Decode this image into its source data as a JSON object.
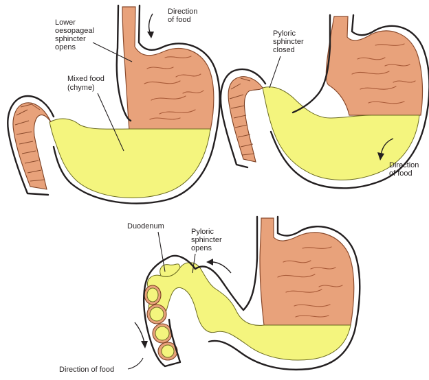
{
  "panel_top_left": {
    "labels": {
      "lower_sphincter": [
        "Lower",
        "oesopageal",
        "sphincter",
        "opens"
      ],
      "direction": [
        "Direction",
        "of food"
      ],
      "mixed_food": [
        "Mixed food",
        "(chyme)"
      ]
    }
  },
  "panel_top_right": {
    "labels": {
      "pyloric_closed": [
        "Pyloric",
        "sphincter",
        "closed"
      ],
      "direction": [
        "Direction",
        "of food"
      ]
    }
  },
  "panel_bottom": {
    "labels": {
      "duodenum": "Duodenum",
      "pyloric_opens": [
        "Pyloric",
        "sphincter",
        "opens"
      ],
      "direction": "Direction of food"
    }
  },
  "colors": {
    "stomach_wall": "#e8a27b",
    "chyme": "#f4f57e",
    "outline": "#231f20"
  }
}
